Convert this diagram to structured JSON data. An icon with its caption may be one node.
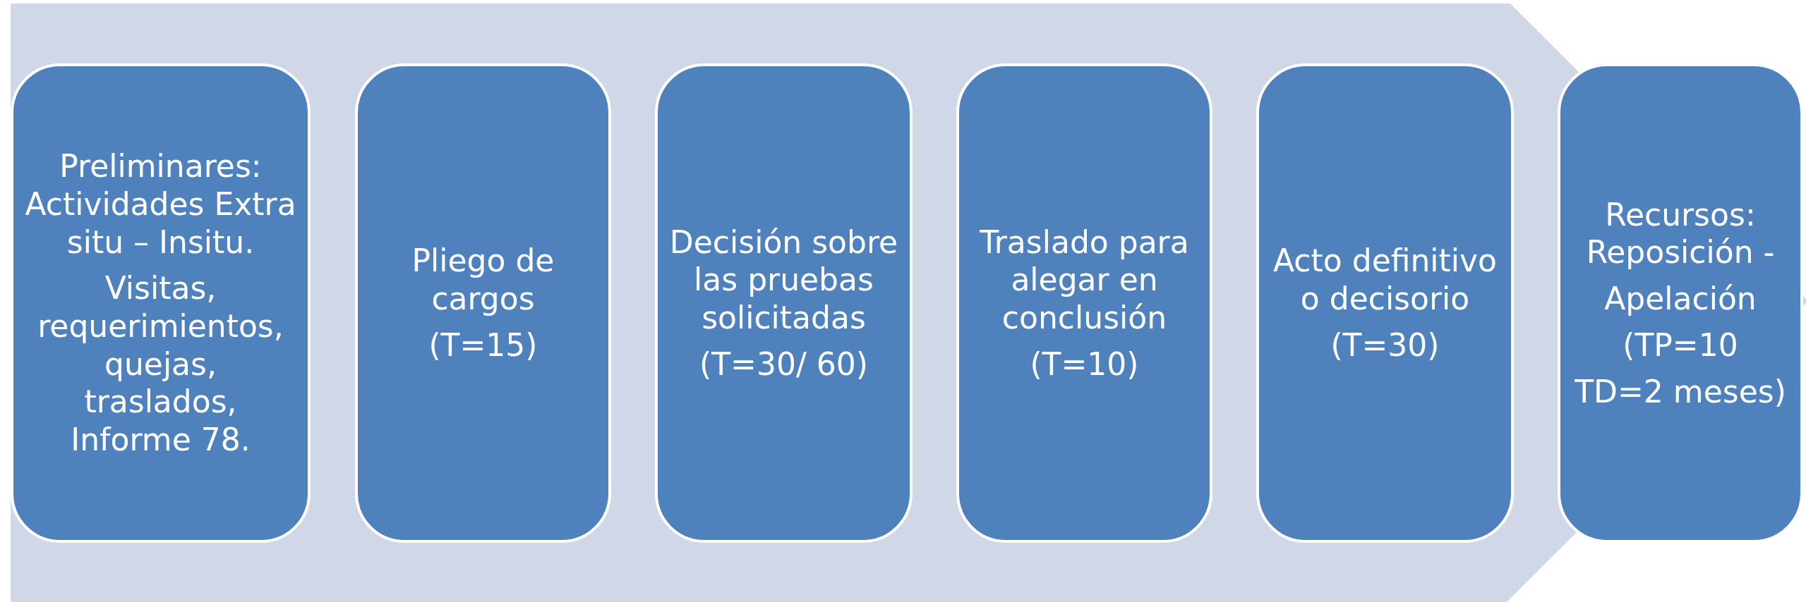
{
  "diagram": {
    "nodes": [
      {
        "text": [],
        "shape": "arrow"
      },
      {
        "text": [
          "Preliminares: Actividades Extra situ – Insitu.",
          "Visitas, requerimientos, quejas, traslados, Informe 78."
        ],
        "in": 0
      },
      {
        "text": [
          "Pliego de cargos",
          "(T=15)"
        ],
        "in": 0
      },
      {
        "text": [
          "Decisión sobre las pruebas solicitadas",
          "(T=30/ 60)"
        ],
        "in": 0
      },
      {
        "text": [
          "Traslado para alegar en conclusión",
          "(T=10)"
        ],
        "in": 0
      },
      {
        "text": [
          "Acto definitivo o decisorio",
          "(T=30)"
        ],
        "in": 0
      },
      {
        "text": [
          "Recursos: Reposición -",
          "Apelación",
          "(TP=10",
          "TD=2 meses)"
        ],
        "in": 0
      }
    ],
    "edges": []
  }
}
